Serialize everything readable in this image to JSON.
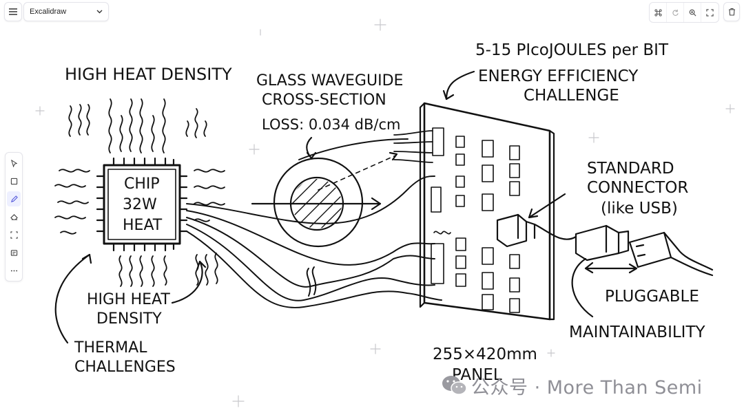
{
  "app": {
    "project_name": "Excalidraw"
  },
  "canvas": {
    "labels": {
      "heat_top": "HIGH HEAT DENSITY",
      "chip_line1": "CHIP",
      "chip_line2": "32W",
      "chip_line3": "HEAT",
      "heat_bottom_line1": "HIGH HEAT",
      "heat_bottom_line2": "DENSITY",
      "thermal_line1": "THERMAL",
      "thermal_line2": "CHALLENGES",
      "waveguide_line1": "GLASS WAVEGUIDE",
      "waveguide_line2": "CROSS-SECTION",
      "loss": "LOSS: 0.034 dB/cm",
      "energy_line0": "5-15 PIcoJOULES per BIT",
      "energy_line1": "ENERGY EFFICIENCY",
      "energy_line2": "CHALLENGE",
      "connector_line1": "STANDARD",
      "connector_line2": "CONNECTOR",
      "connector_line3": "(like USB)",
      "pluggable": "PLUGGABLE",
      "maintainability": "MAINTAINABILITY",
      "panel_line1": "255×420mm",
      "panel_line2": "PANEL"
    }
  },
  "watermark": {
    "text": "公众号 · More Than Semi"
  },
  "icons": {
    "menu": "hamburger-icon",
    "select_chevron": "chevron-down-icon",
    "command": "command-icon",
    "redo": "redo-icon",
    "zoom": "zoom-icon",
    "fullscreen": "fullscreen-icon",
    "trash": "trash-icon",
    "select_tool": "pointer-icon",
    "rectangle_tool": "rectangle-icon",
    "pen_tool": "pen-icon",
    "eraser_tool": "eraser-icon",
    "frame_tool": "frame-icon",
    "embed_tool": "embed-icon",
    "more_tool": "more-icon"
  }
}
